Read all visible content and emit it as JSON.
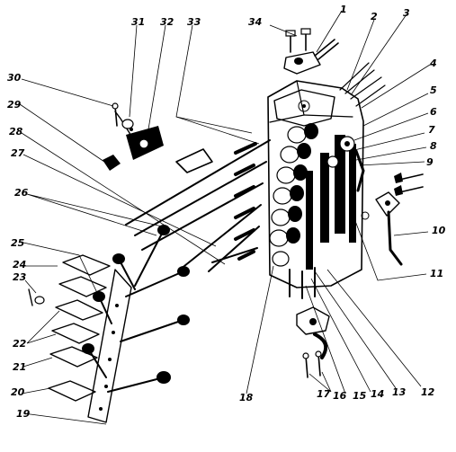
{
  "callouts": [
    "1",
    "2",
    "3",
    "4",
    "5",
    "6",
    "7",
    "8",
    "9",
    "10",
    "11",
    "12",
    "13",
    "14",
    "15",
    "16",
    "17",
    "18",
    "19",
    "20",
    "21",
    "22",
    "23",
    "24",
    "25",
    "26",
    "27",
    "28",
    "29",
    "30",
    "31",
    "32",
    "33",
    "34"
  ]
}
